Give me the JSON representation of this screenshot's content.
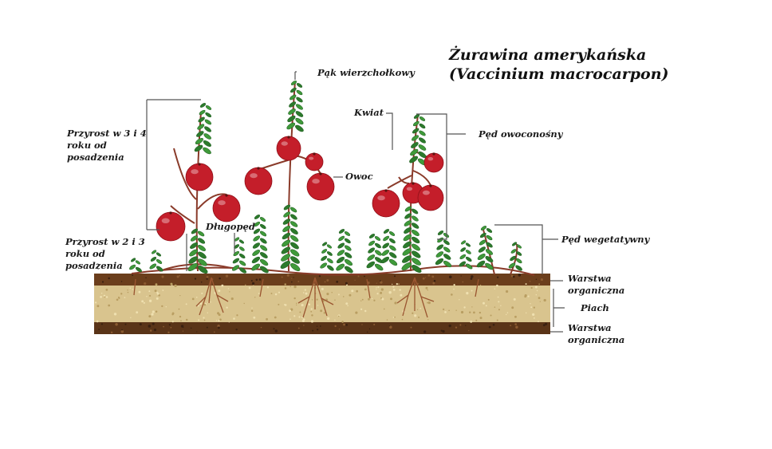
{
  "title": {
    "common_name": "Żurawina amerykańska",
    "latin_name": "(Vaccinium macrocarpon)"
  },
  "labels": {
    "terminal_bud": "Pąk wierzchołkowy",
    "flower": "Kwiat",
    "fruiting_shoot": "Pęd owoconośny",
    "fruit": "Owoc",
    "growth_3_4": [
      "Przyrost w 3 i 4",
      "roku od",
      "posadzenia"
    ],
    "growth_2_3": [
      "Przyrost w 2 i 3",
      "roku od",
      "posadzenia"
    ],
    "long_shoot": "Długopęd",
    "vegetative_shoot": "Pęd wegetatywny",
    "organic_layer_top": [
      "Warstwa",
      "organiczna"
    ],
    "sand": "Piach",
    "organic_layer_bottom": [
      "Warstwa",
      "organiczna"
    ]
  },
  "colors": {
    "berry": "#c41e2a",
    "leaf": "#3f9a3a",
    "leaf_dark": "#2c7a2c",
    "stem": "#8a3b2a",
    "sand": "#d9c48e",
    "organic": "#5a3418",
    "root": "#9a5530",
    "leader": "#555555"
  }
}
